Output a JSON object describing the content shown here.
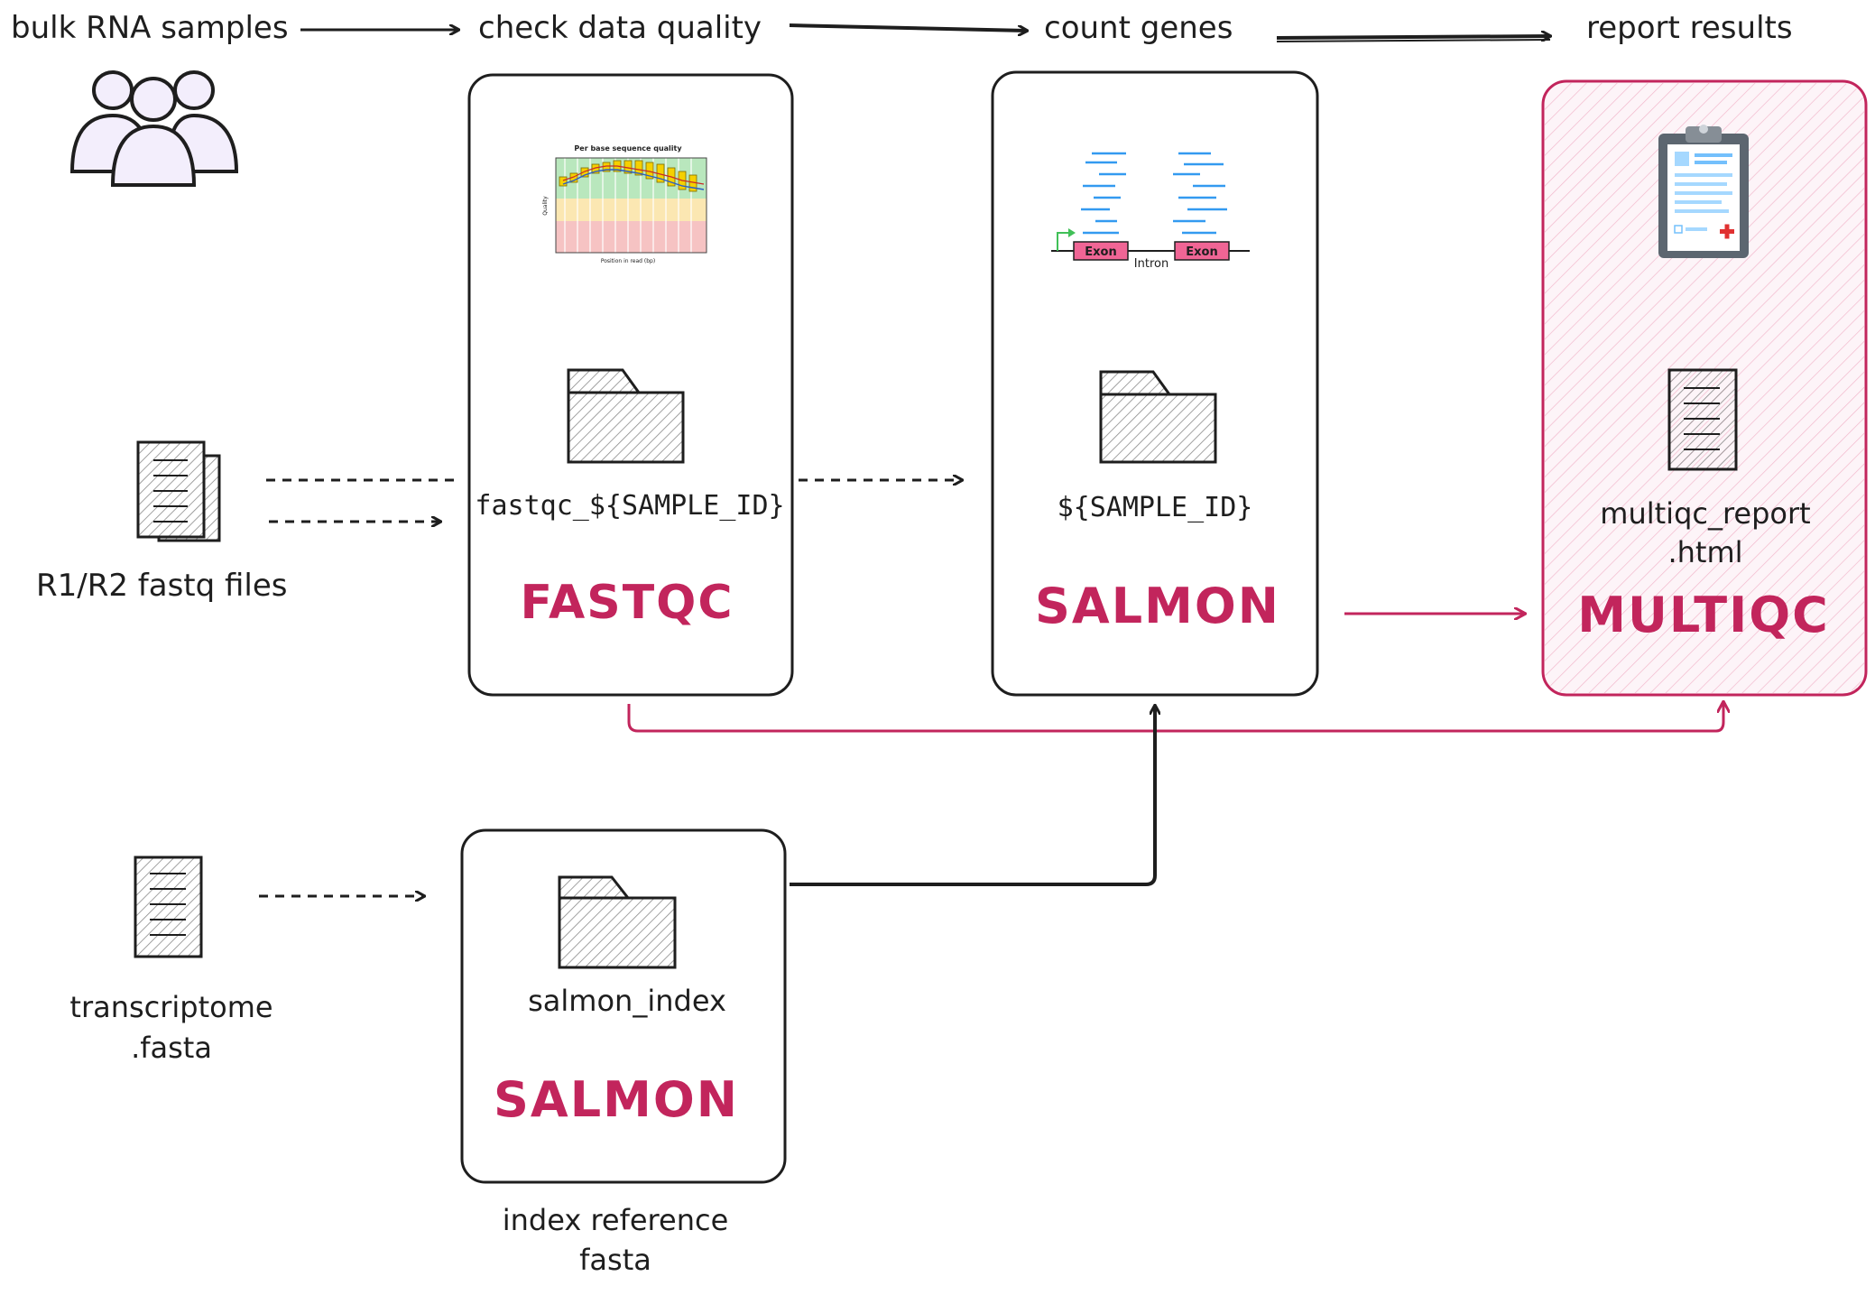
{
  "colors": {
    "ink": "#1e1e1e",
    "accent": "#c2255c",
    "people_fill": "#f3eefc",
    "hatch_gray": "#9a9a9a",
    "multiqc_bg": "#fdeef4",
    "exon": "#f06595",
    "read_blue": "#339af0"
  },
  "steps": {
    "samples": "bulk RNA samples",
    "quality": "check data quality",
    "count": "count genes",
    "report": "report results"
  },
  "inputs": {
    "fastq_label": "R1/R2 fastq files",
    "transcriptome_line1": "transcriptome",
    "transcriptome_line2": ".fasta"
  },
  "fastqc": {
    "tool": "FASTQC",
    "folder": "fastqc_${SAMPLE_ID}",
    "plot_title": "Per base sequence quality",
    "plot_xlabel": "Position in read (bp)",
    "plot_ylabel": "Quality"
  },
  "salmon_quant": {
    "tool": "SALMON",
    "folder": "${SAMPLE_ID}",
    "exon1": "Exon",
    "exon2": "Exon",
    "intron": "Intron"
  },
  "multiqc": {
    "tool": "MULTIQC",
    "file_line1": "multiqc_report",
    "file_line2": ".html"
  },
  "salmon_index": {
    "tool": "SALMON",
    "folder": "salmon_index",
    "caption_line1": "index reference",
    "caption_line2": "fasta"
  },
  "icons": [
    "people-icon",
    "documents-icon",
    "document-icon",
    "folder-icon",
    "clipboard-icon",
    "quality-plot-icon",
    "alignment-icon"
  ]
}
